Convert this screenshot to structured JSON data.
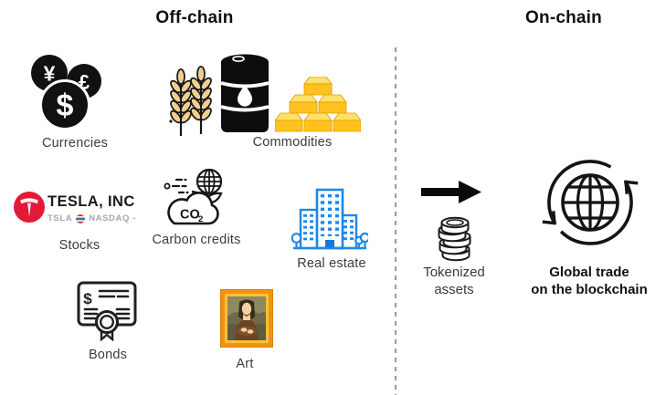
{
  "titles": {
    "off_chain": "Off-chain",
    "on_chain": "On-chain"
  },
  "items": {
    "currencies": {
      "label": "Currencies",
      "yen": "¥",
      "pound": "£",
      "dollar": "$"
    },
    "commodities": {
      "label": "Commodities"
    },
    "stocks": {
      "label": "Stocks",
      "company": "TESLA, INC",
      "ticker": "TSLA",
      "exchange": "NASDAQ -"
    },
    "carbon_credits": {
      "label": "Carbon credits",
      "gas": "CO",
      "gas_sub": "2"
    },
    "real_estate": {
      "label": "Real estate"
    },
    "bonds": {
      "label": "Bonds",
      "currency": "$"
    },
    "art": {
      "label": "Art"
    }
  },
  "flow": {
    "tokenized_line1": "Tokenized",
    "tokenized_line2": "assets",
    "global_line1": "Global trade",
    "global_line2": "on the blockchain"
  },
  "colors": {
    "ink": "#1a1a1a",
    "label_gray": "#3c3c3c",
    "ticker_gray": "#a6a6ad",
    "tesla_red": "#e31937",
    "real_estate_blue": "#1e88e5",
    "gold": "#ffc21e",
    "gold_light": "#ffe06a",
    "wheat_tan": "#f0ce8e",
    "frame_orange": "#ed9414",
    "frame_gold": "#ffbe3c",
    "divider_gray": "#9a9a9a"
  }
}
